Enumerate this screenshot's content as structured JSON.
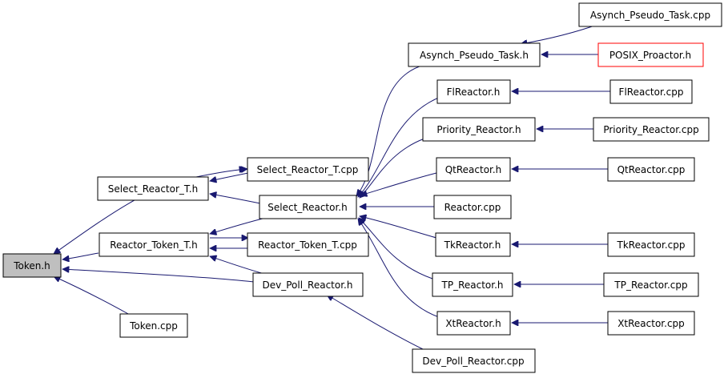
{
  "diagram": {
    "title": "",
    "colors": {
      "edge": "#191970",
      "node_border": "#000000",
      "root_fill": "#bfbfbf",
      "highlight_border": "#ff0000"
    },
    "nodes": {
      "token_h": "Token.h",
      "token_cpp": "Token.cpp",
      "select_reactor_t_h": "Select_Reactor_T.h",
      "select_reactor_t_cpp": "Select_Reactor_T.cpp",
      "select_reactor_h": "Select_Reactor.h",
      "reactor_token_t_h": "Reactor_Token_T.h",
      "reactor_token_t_cpp": "Reactor_Token_T.cpp",
      "dev_poll_reactor_h": "Dev_Poll_Reactor.h",
      "dev_poll_reactor_cpp": "Dev_Poll_Reactor.cpp",
      "asynch_pseudo_task_h": "Asynch_Pseudo_Task.h",
      "asynch_pseudo_task_cpp": "Asynch_Pseudo_Task.cpp",
      "posix_proactor_h": "POSIX_Proactor.h",
      "flreactor_h": "FlReactor.h",
      "flreactor_cpp": "FlReactor.cpp",
      "priority_reactor_h": "Priority_Reactor.h",
      "priority_reactor_cpp": "Priority_Reactor.cpp",
      "qtreactor_h": "QtReactor.h",
      "qtreactor_cpp": "QtReactor.cpp",
      "reactor_cpp": "Reactor.cpp",
      "tkreactor_h": "TkReactor.h",
      "tkreactor_cpp": "TkReactor.cpp",
      "tp_reactor_h": "TP_Reactor.h",
      "tp_reactor_cpp": "TP_Reactor.cpp",
      "xtreactor_h": "XtReactor.h",
      "xtreactor_cpp": "XtReactor.cpp"
    },
    "edges": [
      {
        "from": "select_reactor_t_h",
        "to": "token_h"
      },
      {
        "from": "reactor_token_t_h",
        "to": "token_h"
      },
      {
        "from": "dev_poll_reactor_h",
        "to": "token_h"
      },
      {
        "from": "token_cpp",
        "to": "token_h"
      },
      {
        "from": "select_reactor_t_cpp",
        "to": "select_reactor_t_h"
      },
      {
        "from": "select_reactor_h",
        "to": "select_reactor_t_h"
      },
      {
        "from": "select_reactor_h",
        "to": "reactor_token_t_h"
      },
      {
        "from": "reactor_token_t_cpp",
        "to": "reactor_token_t_h"
      },
      {
        "from": "dev_poll_reactor_h",
        "to": "reactor_token_t_h"
      },
      {
        "from": "dev_poll_reactor_cpp",
        "to": "dev_poll_reactor_h"
      },
      {
        "from": "asynch_pseudo_task_h",
        "to": "select_reactor_h"
      },
      {
        "from": "flreactor_h",
        "to": "select_reactor_h"
      },
      {
        "from": "priority_reactor_h",
        "to": "select_reactor_h"
      },
      {
        "from": "qtreactor_h",
        "to": "select_reactor_h"
      },
      {
        "from": "reactor_cpp",
        "to": "select_reactor_h"
      },
      {
        "from": "tkreactor_h",
        "to": "select_reactor_h"
      },
      {
        "from": "tp_reactor_h",
        "to": "select_reactor_h"
      },
      {
        "from": "xtreactor_h",
        "to": "select_reactor_h"
      },
      {
        "from": "asynch_pseudo_task_cpp",
        "to": "asynch_pseudo_task_h"
      },
      {
        "from": "posix_proactor_h",
        "to": "asynch_pseudo_task_h"
      },
      {
        "from": "flreactor_cpp",
        "to": "flreactor_h"
      },
      {
        "from": "priority_reactor_cpp",
        "to": "priority_reactor_h"
      },
      {
        "from": "qtreactor_cpp",
        "to": "qtreactor_h"
      },
      {
        "from": "tkreactor_cpp",
        "to": "tkreactor_h"
      },
      {
        "from": "tp_reactor_cpp",
        "to": "tp_reactor_h"
      },
      {
        "from": "xtreactor_cpp",
        "to": "xtreactor_h"
      }
    ]
  }
}
